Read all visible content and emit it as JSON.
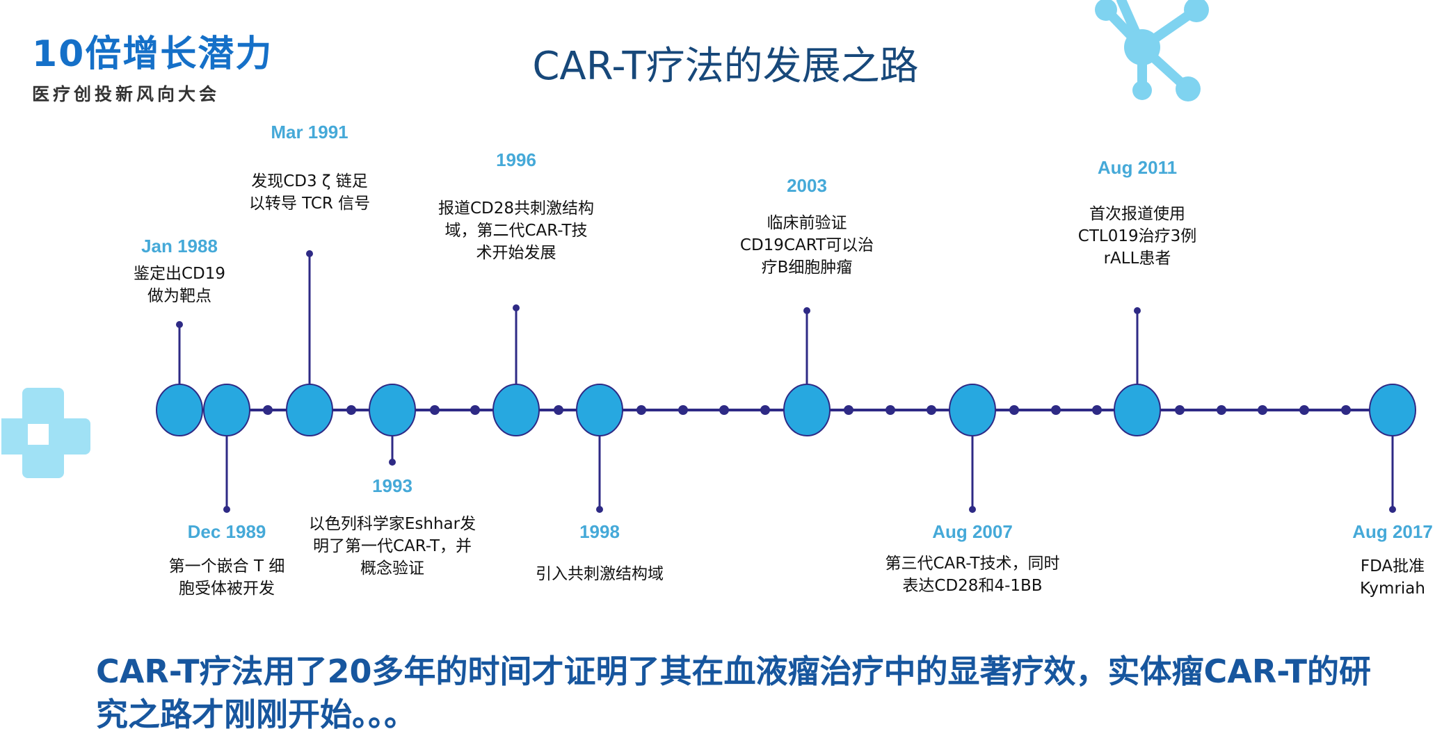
{
  "logo": {
    "main_text": "10倍增长潜力",
    "sub_text": "医疗创投新风向大会"
  },
  "title": "CAR-T疗法的发展之路",
  "colors": {
    "title": "#17487a",
    "node_fill": "#27a8e0",
    "axis_line": "#2e2a85",
    "date_text": "#45a9d8",
    "conclusion": "#17569e",
    "decor": "#7fd3f0"
  },
  "timeline": {
    "events": [
      {
        "date": "Jan  1988",
        "description": "鉴定出CD19\n做为靶点",
        "position": "above"
      },
      {
        "date": "Dec 1989",
        "description": "第一个嵌合 T 细\n胞受体被开发",
        "position": "below"
      },
      {
        "date": "Mar 1991",
        "description": "发现CD3 ζ  链足\n以转导 TCR 信号",
        "position": "above"
      },
      {
        "date": "1993",
        "description": "以色列科学家Eshhar发\n明了第一代CAR-T，并\n概念验证",
        "position": "below"
      },
      {
        "date": "1996",
        "description": "报道CD28共刺激结构\n域，第二代CAR-T技\n术开始发展",
        "position": "above"
      },
      {
        "date": "1998",
        "description": "引入共刺激结构域",
        "position": "below"
      },
      {
        "date": "2003",
        "description": "临床前验证\nCD19CART可以治\n疗B细胞肿瘤",
        "position": "above"
      },
      {
        "date": "Aug 2007",
        "description": "第三代CAR-T技术，同时\n表达CD28和4-1BB",
        "position": "below"
      },
      {
        "date": "Aug 2011",
        "description": "首次报道使用\nCTL019治疗3例\nrALL患者",
        "position": "above"
      },
      {
        "date": "Aug 2017",
        "description": "FDA批准\nKymriah",
        "position": "below"
      }
    ]
  },
  "conclusion": "CAR-T疗法用了20多年的时间才证明了其在血液瘤治疗中的显著疗效，实体瘤CAR-T的研究之路才刚刚开始。。。",
  "decorations": [
    {
      "name": "molecule-icon"
    },
    {
      "name": "medical-cross-icon"
    }
  ]
}
